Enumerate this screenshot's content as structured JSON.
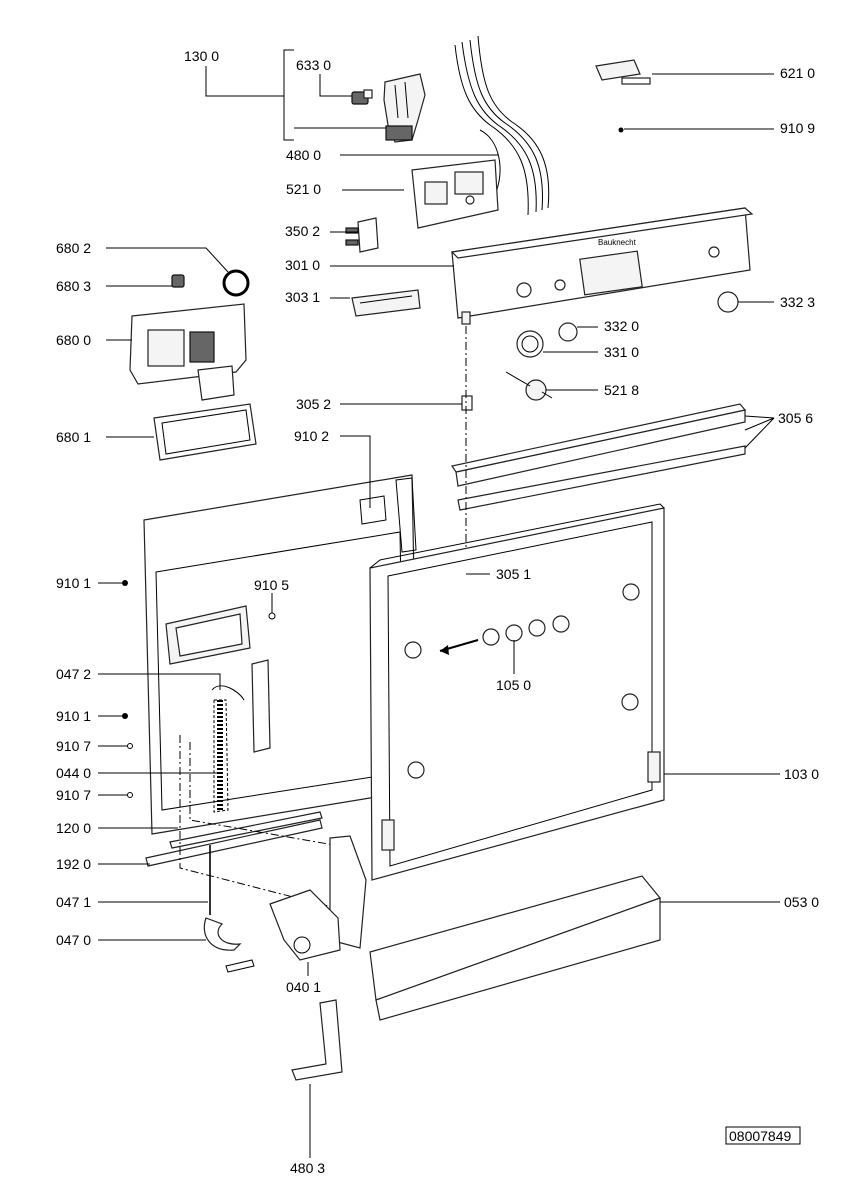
{
  "diagram": {
    "drawing_number": "08007849",
    "labels": {
      "l1300": "130 0",
      "l6330": "633 0",
      "l4800": "480 0",
      "l5210": "521 0",
      "l3502": "350 2",
      "l3010": "301 0",
      "l3031": "303 1",
      "l6802": "680 2",
      "l6803": "680 3",
      "l6800": "680 0",
      "l6801": "680 1",
      "l6210": "621 0",
      "l9109": "910 9",
      "l3323": "332 3",
      "l3320": "332 0",
      "l3310": "331 0",
      "l5218": "521 8",
      "l3052": "305 2",
      "l3056": "305 6",
      "l9102": "910 2",
      "l9101a": "910 1",
      "l9105": "910 5",
      "l3051": "305 1",
      "l1050": "105 0",
      "l0472": "047 2",
      "l9101b": "910 1",
      "l9107a": "910 7",
      "l0440": "044 0",
      "l9107b": "910 7",
      "l1030": "103 0",
      "l1200": "120 0",
      "l1920": "192 0",
      "l0471": "047 1",
      "l0470": "047 0",
      "l0530": "053 0",
      "l0401": "040 1",
      "l4803": "480 3"
    }
  }
}
